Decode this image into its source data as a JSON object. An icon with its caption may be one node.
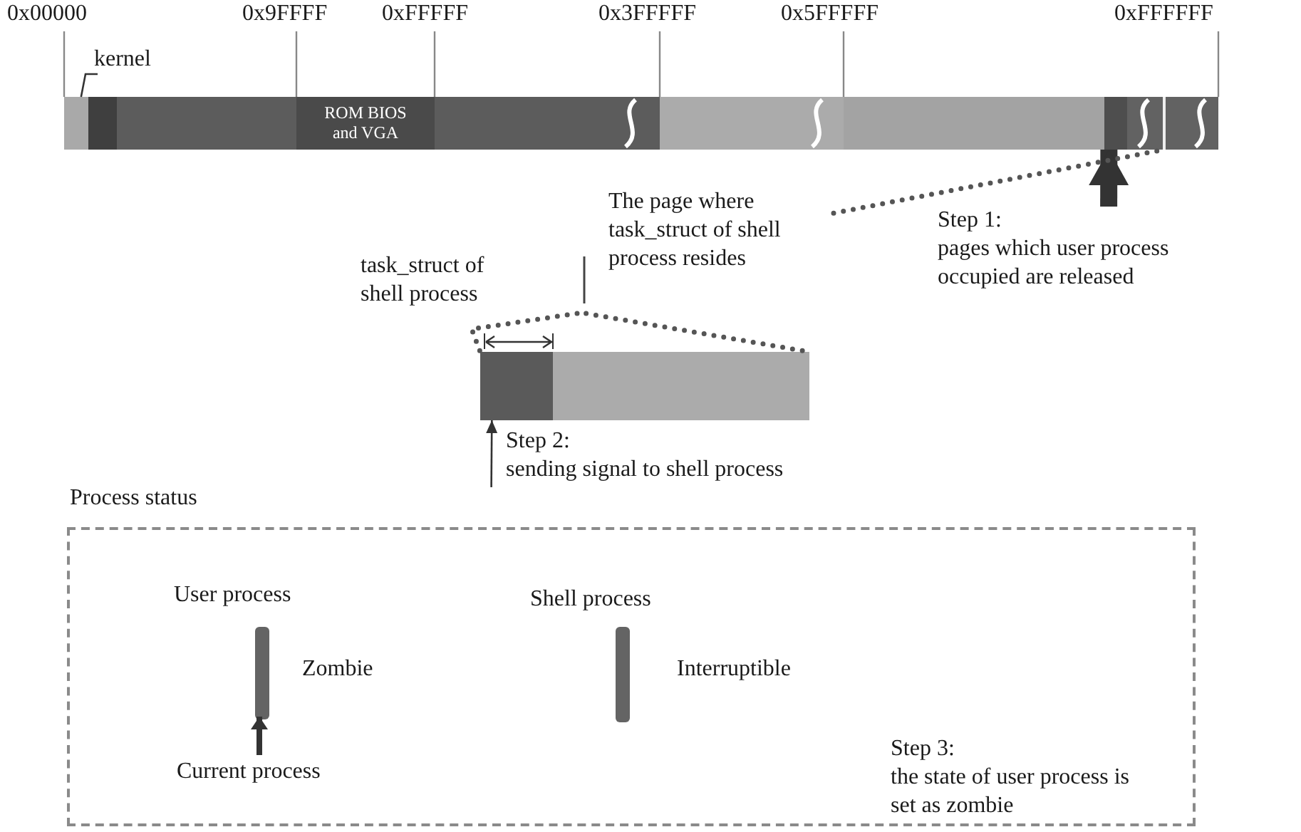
{
  "diagram": {
    "nodes": [
      {
        "text": [],
        "shape": "bar"
      },
      {
        "text": [],
        "shape": "bar",
        "in": 0
      },
      {
        "text": [
          "ROM BIOS and VGA"
        ],
        "in": 0
      },
      {
        "text": [],
        "shape": "bar",
        "in": 0
      },
      {
        "text": [],
        "shape": "bar",
        "in": 0
      },
      {
        "text": [
          "kernel"
        ]
      },
      {
        "text": [
          "The page where task_struct of shell process resides"
        ]
      },
      {
        "text": [
          "Step 1:",
          "pages which user process occupied are released"
        ]
      },
      {
        "text": [],
        "shape": "bar"
      },
      {
        "text": [],
        "shape": "bar",
        "in": 8
      },
      {
        "text": [
          "Step 2:",
          "sending signal to shell process"
        ]
      },
      {
        "text": [
          "Process status"
        ]
      },
      {
        "text": [],
        "shape": "bar",
        "in": 11,
        "beside": [
          "User process",
          "Zombie"
        ]
      },
      {
        "text": [
          "Current process"
        ],
        "in": 11
      },
      {
        "text": [],
        "shape": "bar",
        "in": 11,
        "beside": [
          "Shell process",
          "Interruptible"
        ]
      },
      {
        "text": [
          "Step 3:",
          "the state of user process is set as zombie"
        ],
        "in": 11
      }
    ],
    "edges": [
      {
        "from": 5,
        "to": 1,
        "arrow": "none"
      },
      {
        "from": 7,
        "to": 3,
        "arrow": "to",
        "style": "thick"
      },
      {
        "from": 6,
        "to": 4,
        "arrow": "none",
        "style": "dashed"
      },
      {
        "from": 6,
        "to": 8,
        "arrow": "none",
        "style": "dashed"
      },
      {
        "from": 6,
        "to": 8,
        "arrow": "none",
        "style": "dashed"
      },
      {
        "from": 10,
        "to": 9,
        "arrow": "to"
      },
      {
        "from": 13,
        "to": 12,
        "arrow": "to"
      }
    ],
    "labels": [
      "0x00000",
      "0x9FFFF",
      "0xFFFFF",
      "0x3FFFFF",
      "0x5FFFFF",
      "0xFFFFFF",
      "task_struct of shell process"
    ]
  }
}
